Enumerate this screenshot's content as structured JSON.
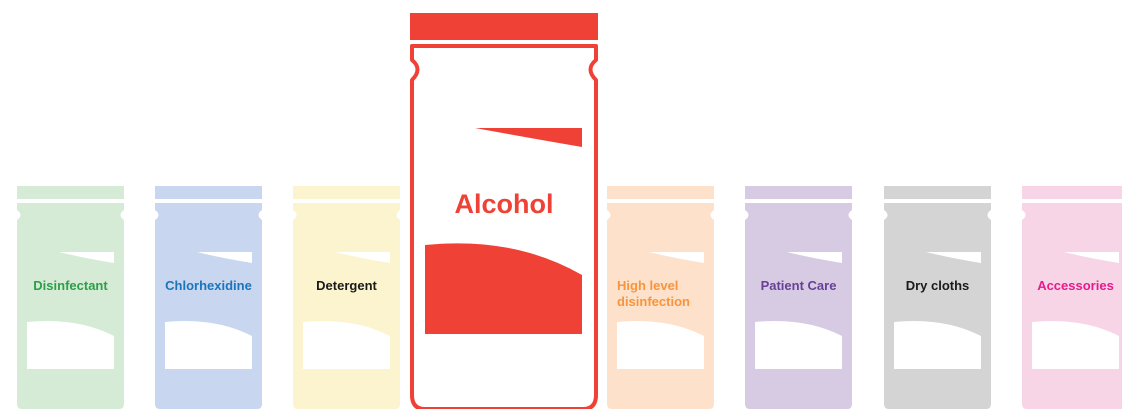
{
  "categories": [
    {
      "label": "Disinfectant",
      "fill": "#d5ebd6",
      "text_color": "#2e9e48"
    },
    {
      "label": "Chlorhexidine",
      "fill": "#c9d6ef",
      "text_color": "#1b75bc"
    },
    {
      "label": "Detergent",
      "fill": "#fcf4cf",
      "text_color": "#1a1a1a"
    },
    {
      "label": "High level disinfection",
      "fill": "#fde1cb",
      "text_color": "#f7953c"
    },
    {
      "label": "Patient Care",
      "fill": "#d6cbe3",
      "text_color": "#6a3f98"
    },
    {
      "label": "Dry cloths",
      "fill": "#d4d4d4",
      "text_color": "#1a1a1a"
    },
    {
      "label": "Accessories",
      "fill": "#f7d5e6",
      "text_color": "#e61b8c"
    }
  ],
  "selected": {
    "label": "Alcohol",
    "color": "#ef4136"
  }
}
